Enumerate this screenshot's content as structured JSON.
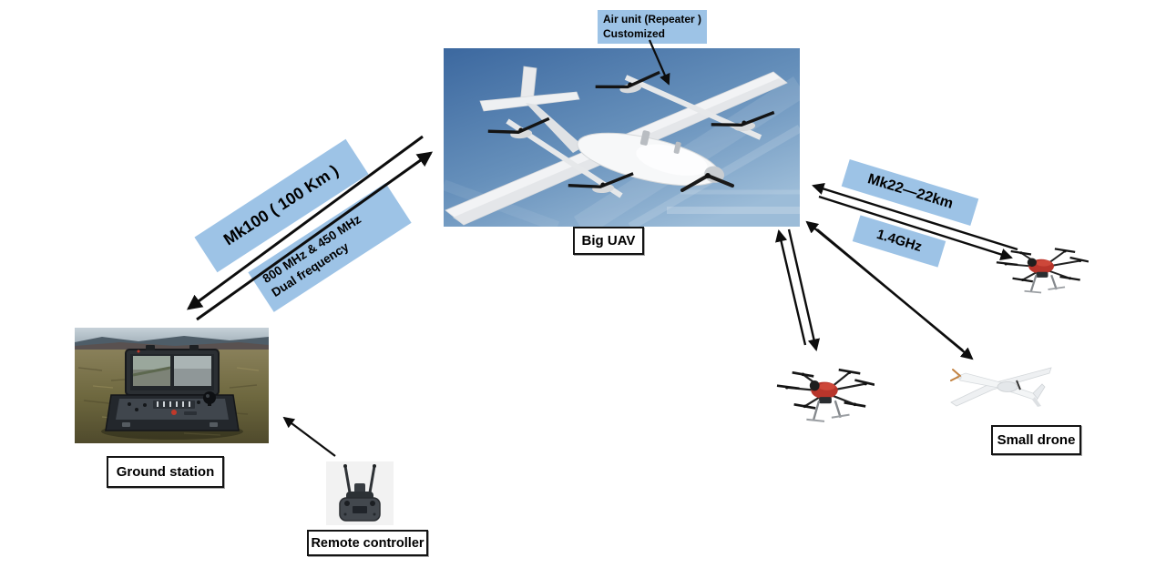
{
  "colors": {
    "label_bg": "#9dc3e6",
    "arrow": "#0d0d0d",
    "caption_border": "#141414",
    "canvas_bg": "#ffffff",
    "drone_body_red": "#b8352b"
  },
  "labels": {
    "air_unit_line1": "Air unit (Repeater )",
    "air_unit_line2": "Customized",
    "mk100": "Mk100 ( 100 Km )",
    "dual_freq_line1": "800 MHz & 450 MHz",
    "dual_freq_line2": "Dual frequency",
    "mk22": "Mk22—22km",
    "freq_1_4": "1.4GHz"
  },
  "captions": {
    "big_uav": "Big UAV",
    "ground_station": "Ground station",
    "remote_controller": "Remote controller",
    "small_drone": "Small drone"
  }
}
